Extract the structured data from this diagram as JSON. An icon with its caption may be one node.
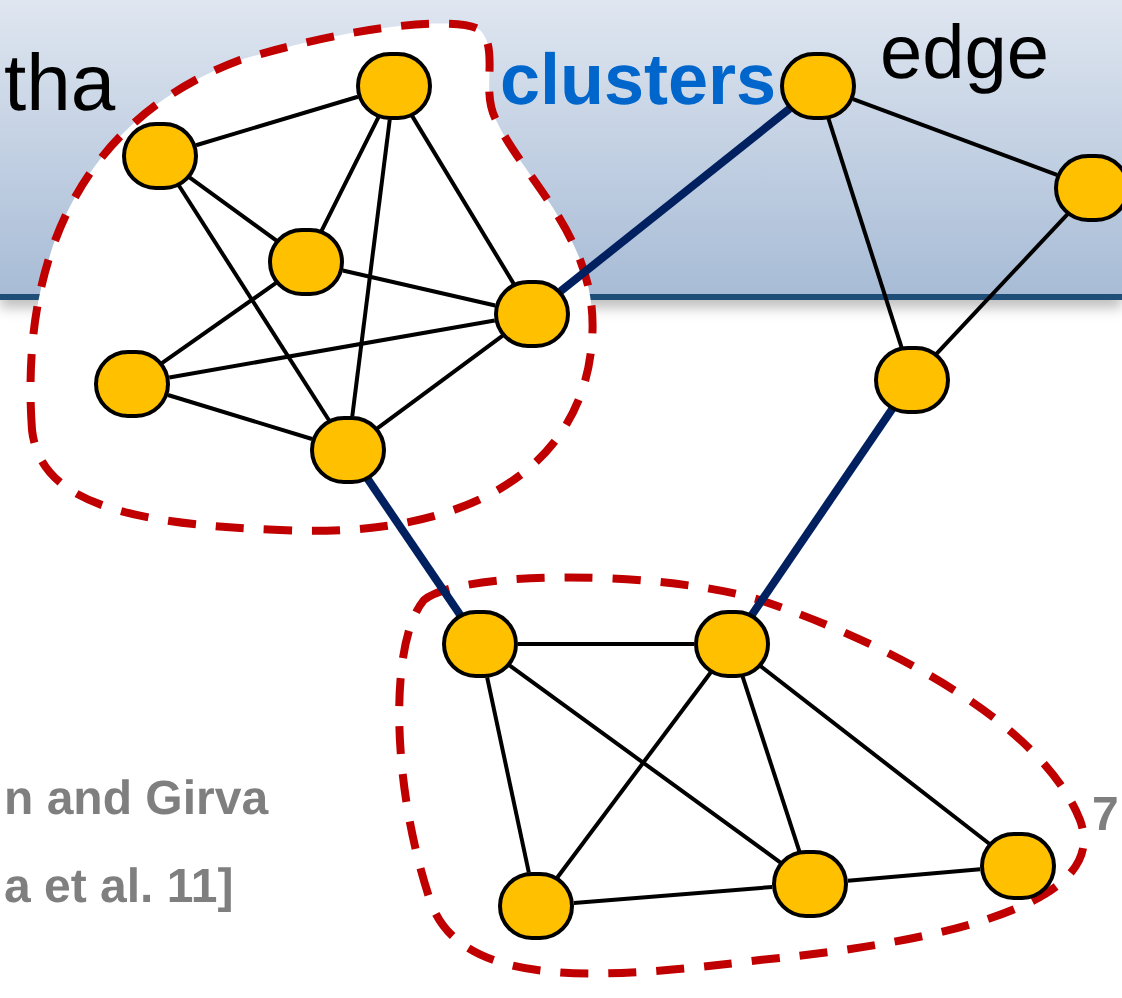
{
  "diagram": {
    "nodes": [
      {
        "text": [],
        "shape": "circle"
      },
      {
        "text": [],
        "shape": "circle"
      },
      {
        "text": [],
        "shape": "circle"
      },
      {
        "text": [],
        "shape": "circle"
      },
      {
        "text": [],
        "shape": "circle"
      },
      {
        "text": [],
        "shape": "circle"
      },
      {
        "text": [],
        "shape": "circle"
      },
      {
        "text": [],
        "shape": "circle"
      },
      {
        "text": [],
        "shape": "circle"
      },
      {
        "text": [],
        "shape": "circle"
      },
      {
        "text": [],
        "shape": "circle"
      },
      {
        "text": [],
        "shape": "circle"
      },
      {
        "text": [],
        "shape": "circle"
      },
      {
        "text": [],
        "shape": "circle"
      }
    ],
    "edges": [
      {
        "from": 0,
        "to": 1,
        "arrow": "none"
      },
      {
        "from": 0,
        "to": 2,
        "arrow": "none"
      },
      {
        "from": 0,
        "to": 5,
        "arrow": "none"
      },
      {
        "from": 1,
        "to": 2,
        "arrow": "none"
      },
      {
        "from": 1,
        "to": 5,
        "arrow": "none"
      },
      {
        "from": 1,
        "to": 3,
        "arrow": "none"
      },
      {
        "from": 2,
        "to": 3,
        "arrow": "none"
      },
      {
        "from": 2,
        "to": 4,
        "arrow": "none"
      },
      {
        "from": 4,
        "to": 3,
        "arrow": "none"
      },
      {
        "from": 4,
        "to": 5,
        "arrow": "none"
      },
      {
        "from": 5,
        "to": 3,
        "arrow": "none"
      },
      {
        "from": 3,
        "to": 6,
        "arrow": "none",
        "style": "thick",
        "color": "#002060"
      },
      {
        "from": 5,
        "to": 9,
        "arrow": "none",
        "style": "thick",
        "color": "#002060"
      },
      {
        "from": 8,
        "to": 10,
        "arrow": "none",
        "style": "thick",
        "color": "#002060"
      },
      {
        "from": 6,
        "to": 7,
        "arrow": "none"
      },
      {
        "from": 6,
        "to": 8,
        "arrow": "none"
      },
      {
        "from": 7,
        "to": 8,
        "arrow": "none"
      },
      {
        "from": 9,
        "to": 10,
        "arrow": "none"
      },
      {
        "from": 9,
        "to": 11,
        "arrow": "none"
      },
      {
        "from": 9,
        "to": 12,
        "arrow": "none"
      },
      {
        "from": 10,
        "to": 11,
        "arrow": "none"
      },
      {
        "from": 10,
        "to": 12,
        "arrow": "none"
      },
      {
        "from": 10,
        "to": 13,
        "arrow": "none"
      },
      {
        "from": 11,
        "to": 12,
        "arrow": "none"
      },
      {
        "from": 12,
        "to": 13,
        "arrow": "none"
      }
    ],
    "labels": [
      "tha",
      "clusters",
      "edge",
      "n and Girva",
      "a et al. 11]",
      "7"
    ]
  }
}
